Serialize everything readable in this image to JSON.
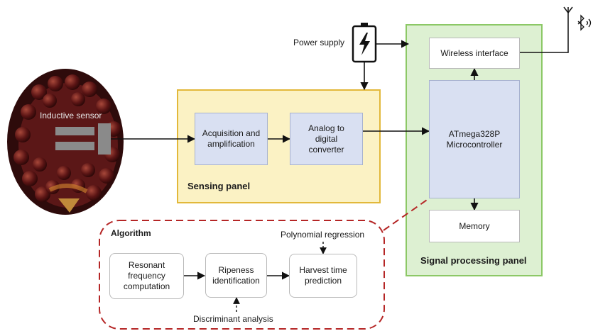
{
  "fruit": {
    "sensor_label": "Inductive sensor"
  },
  "power": {
    "label": "Power supply",
    "icon": "battery-bolt-icon"
  },
  "sensing_panel": {
    "title": "Sensing panel",
    "acquisition": "Acquisition and amplification",
    "adc": "Analog to digital converter"
  },
  "signal_panel": {
    "title": "Signal processing panel",
    "wireless": "Wireless interface",
    "mcu": "ATmega328P Microcontroller",
    "memory": "Memory",
    "antenna_icon": "antenna-icon",
    "bluetooth_icon": "bluetooth-icon"
  },
  "algorithm": {
    "title": "Algorithm",
    "resonant": "Resonant frequency computation",
    "ripeness": "Ripeness identification",
    "harvest": "Harvest time prediction",
    "regression": "Polynomial regression",
    "discriminant": "Discriminant analysis"
  },
  "colors": {
    "sensing_fill": "#fbf2c4",
    "sensing_border": "#e2b83a",
    "signal_fill": "#ddf0d2",
    "signal_border": "#8cc866",
    "inner_fill": "#d9e0f2",
    "inner_border": "#a7b2cf",
    "algo_border": "#b52626"
  }
}
